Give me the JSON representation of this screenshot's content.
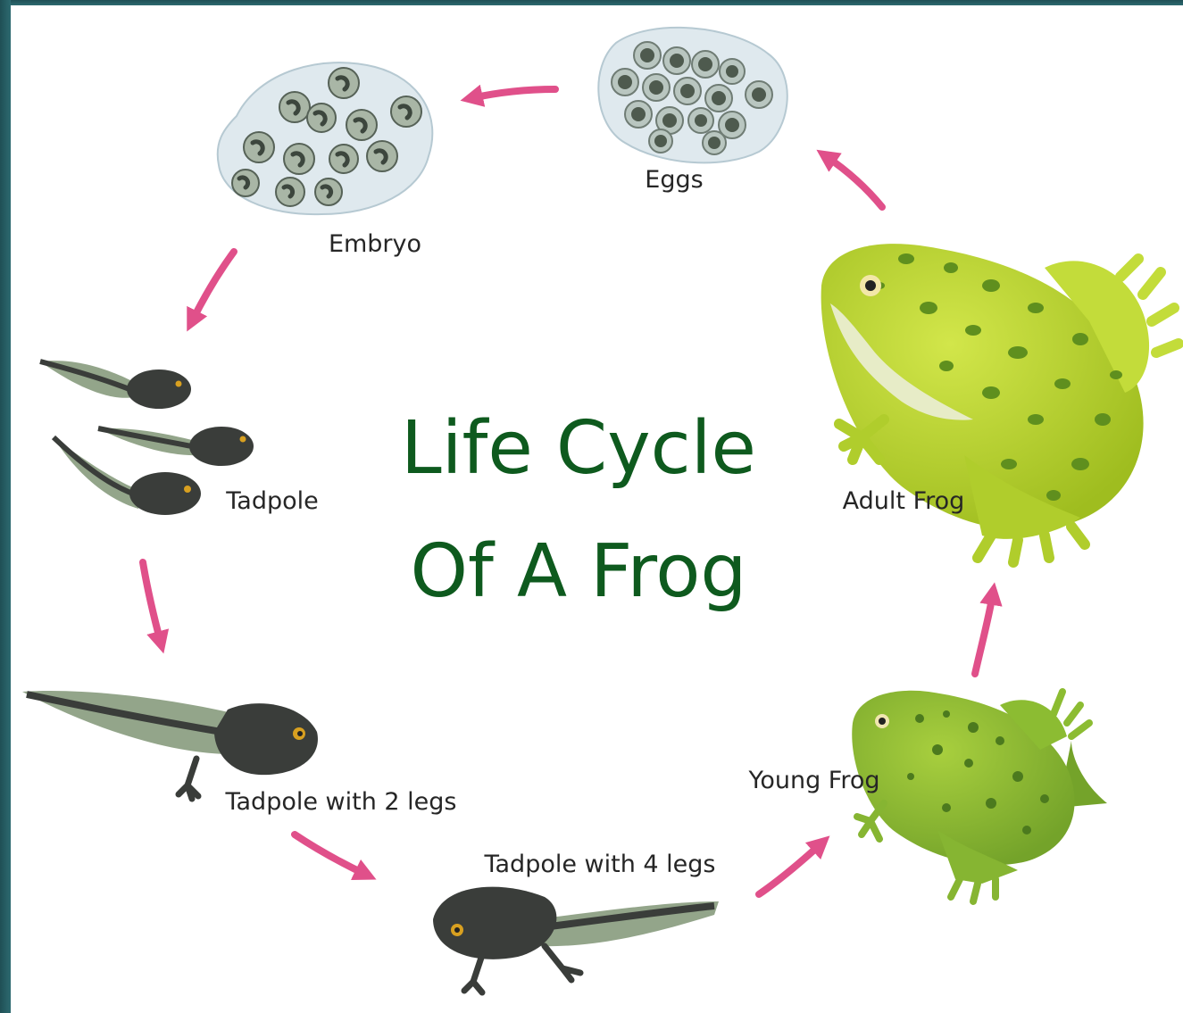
{
  "diagram": {
    "title_line1": "Life Cycle",
    "title_line2": "Of A Frog",
    "stages": {
      "eggs": "Eggs",
      "embryo": "Embryo",
      "tadpole": "Tadpole",
      "tadpole_2_legs": "Tadpole with 2 legs",
      "tadpole_4_legs": "Tadpole with 4 legs",
      "young_frog": "Young Frog",
      "adult_frog": "Adult Frog"
    },
    "colors": {
      "title": "#0e5a1e",
      "arrow": "#e0508a",
      "frog_body": "#b6d12a",
      "frog_spot": "#5f8f1e",
      "tadpole_body": "#3a3d3a",
      "tadpole_fin": "#93a58a",
      "egg_jelly": "#d6e4ea",
      "egg_core": "#4e5a4e",
      "frame": "#2d6a70"
    }
  }
}
